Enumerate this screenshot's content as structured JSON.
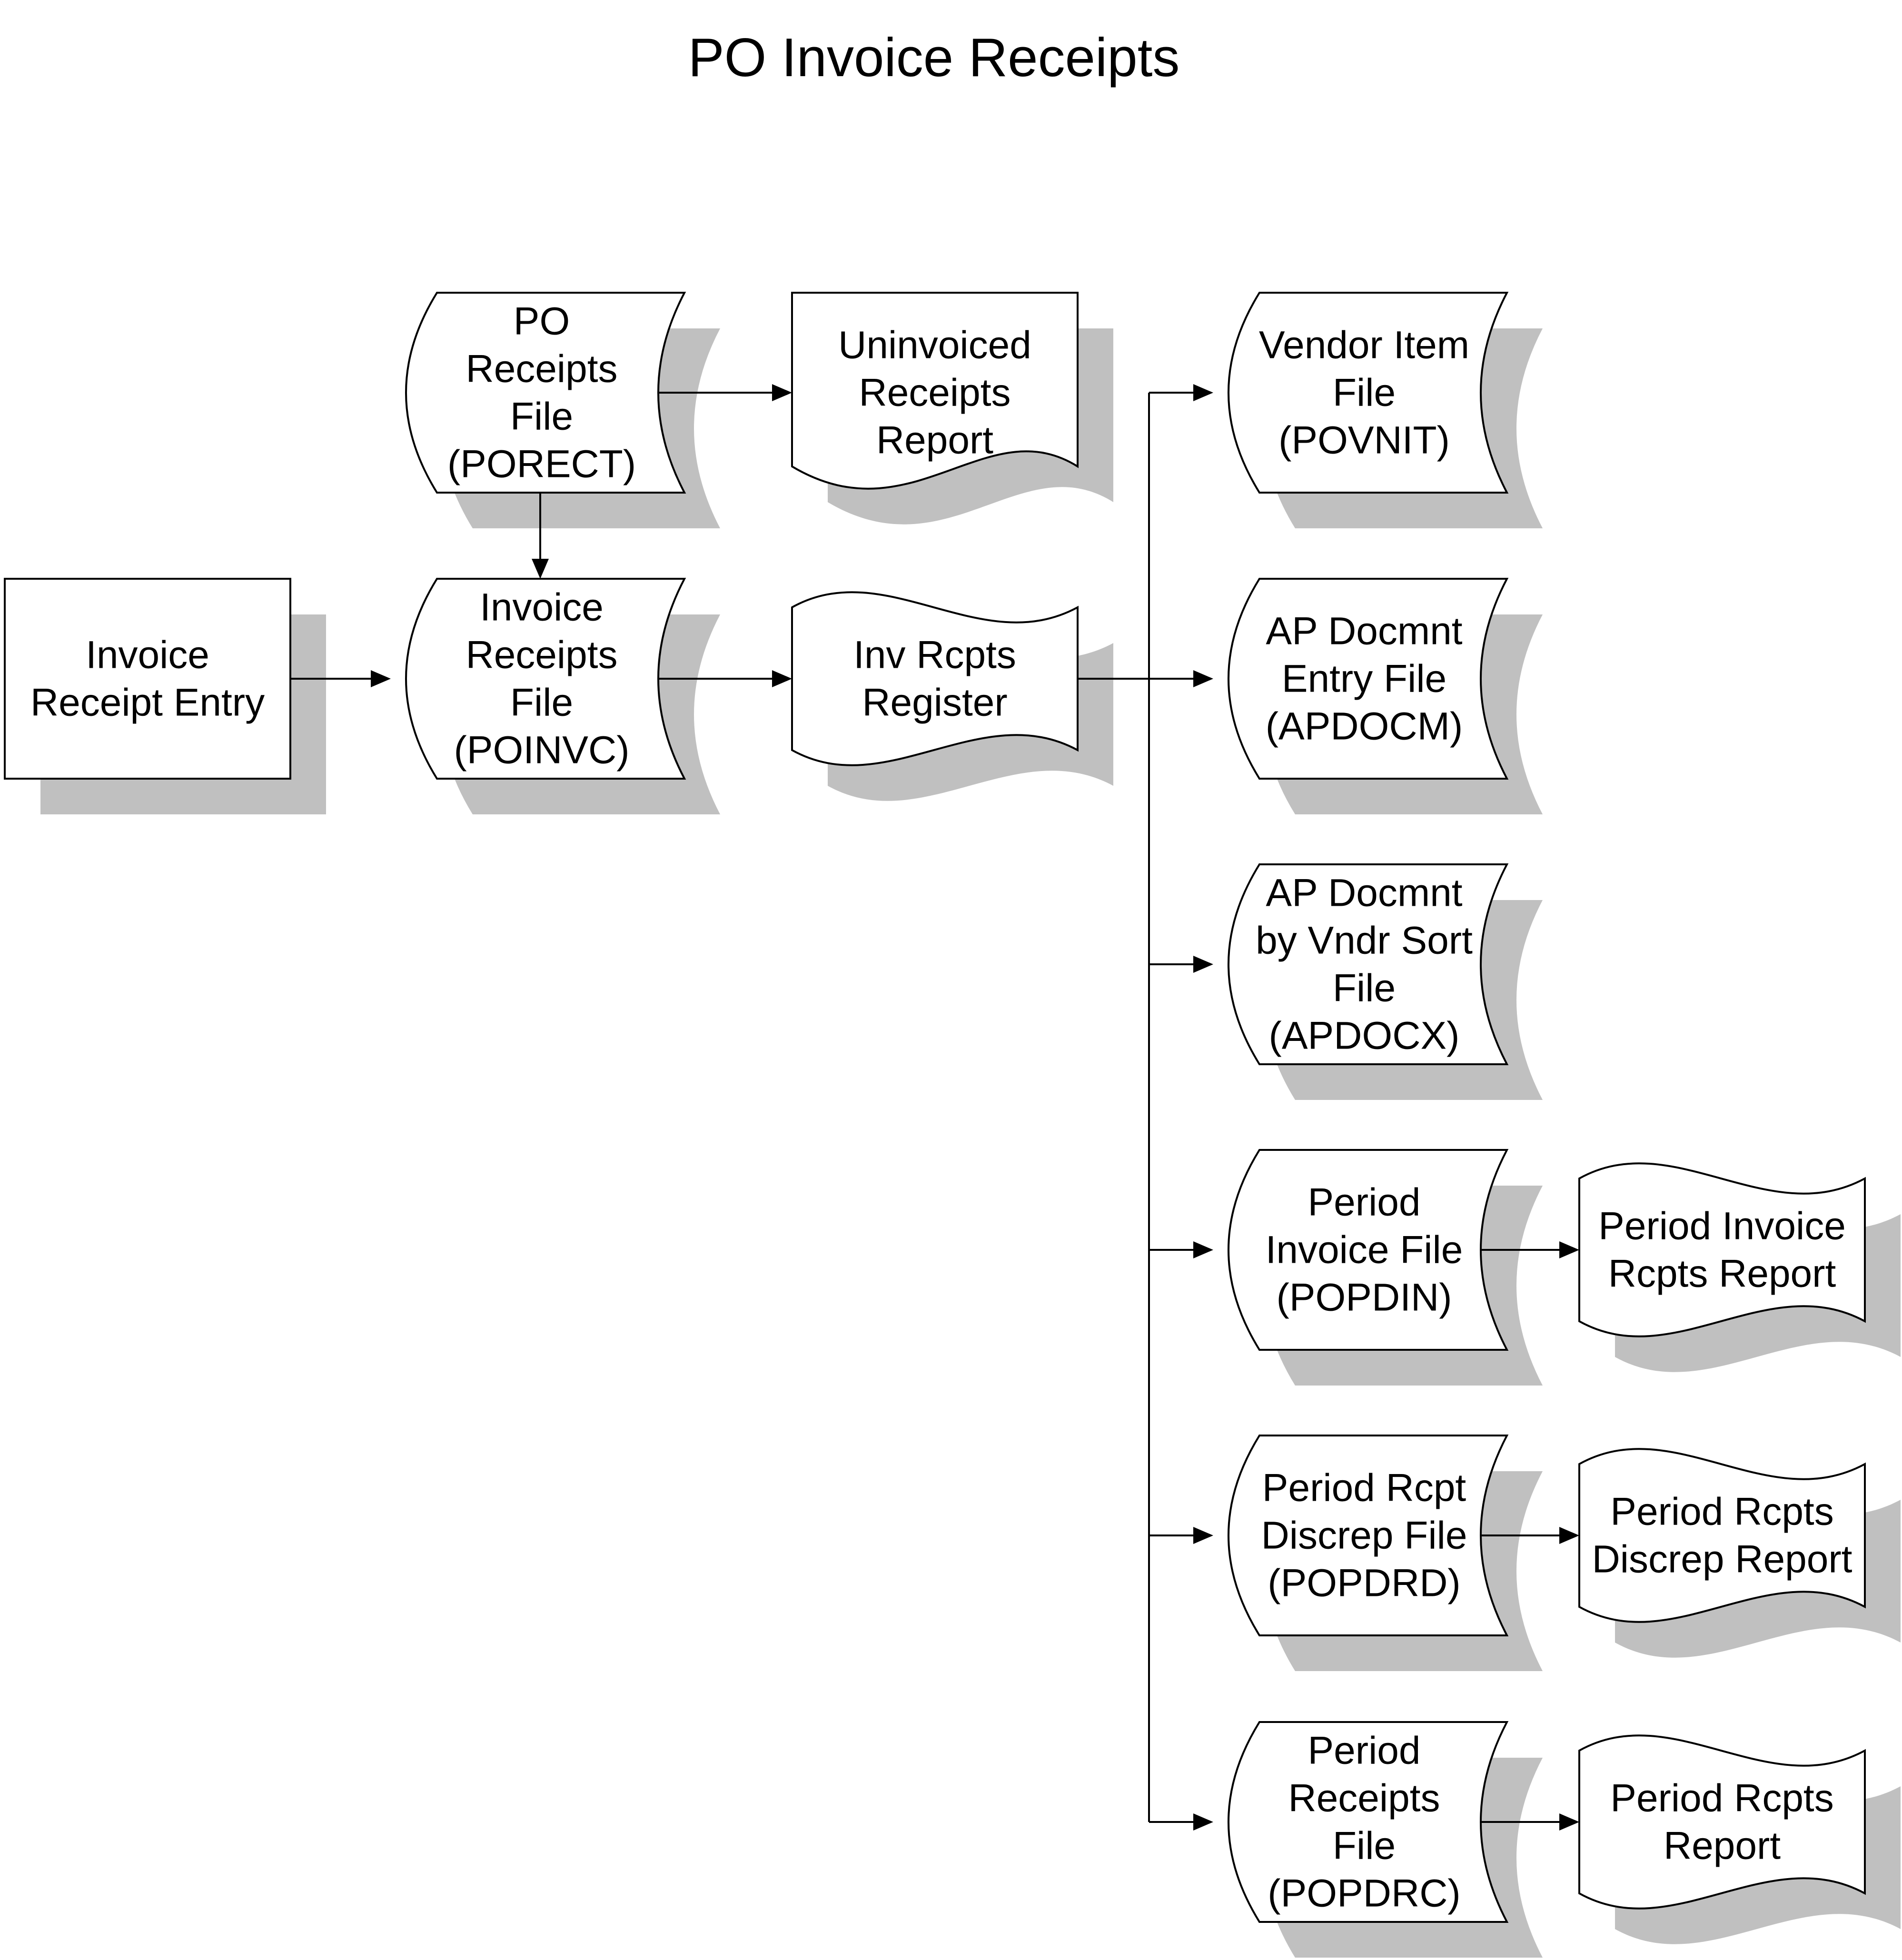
{
  "title": "PO Invoice Receipts",
  "colors": {
    "shadow": "#c0c0c0",
    "outline": "#000000",
    "fill": "#ffffff",
    "background": "#ffffff"
  },
  "nodes": [
    {
      "id": "invoice-receipt-entry",
      "kind": "process",
      "lines": [
        "Invoice",
        "Receipt Entry"
      ]
    },
    {
      "id": "po-receipts-file",
      "kind": "stored-data",
      "lines": [
        "PO",
        "Receipts",
        "File",
        "(PORECT)"
      ]
    },
    {
      "id": "invoice-receipts-file",
      "kind": "stored-data",
      "lines": [
        "Invoice",
        "Receipts",
        "File",
        "(POINVC)"
      ]
    },
    {
      "id": "uninvoiced-receipts-report",
      "kind": "document",
      "lines": [
        "Uninvoiced",
        "Receipts",
        "Report"
      ]
    },
    {
      "id": "inv-rcpts-register",
      "kind": "punched-tape",
      "lines": [
        "Inv Rcpts",
        "Register"
      ]
    },
    {
      "id": "vendor-item-file",
      "kind": "stored-data",
      "lines": [
        "Vendor Item",
        "File",
        "(POVNIT)"
      ]
    },
    {
      "id": "ap-docmnt-entry-file",
      "kind": "stored-data",
      "lines": [
        "AP Docmnt",
        "Entry File",
        "(APDOCM)"
      ]
    },
    {
      "id": "ap-docmnt-vndr-sort-file",
      "kind": "stored-data",
      "lines": [
        "AP Docmnt",
        "by Vndr Sort",
        "File",
        "(APDOCX)"
      ]
    },
    {
      "id": "period-invoice-file",
      "kind": "stored-data",
      "lines": [
        "Period",
        "Invoice File",
        "(POPDIN)"
      ]
    },
    {
      "id": "period-rcpt-discrep-file",
      "kind": "stored-data",
      "lines": [
        "Period Rcpt",
        "Discrep File",
        "(POPDRD)"
      ]
    },
    {
      "id": "period-receipts-file",
      "kind": "stored-data",
      "lines": [
        "Period",
        "Receipts",
        "File",
        "(POPDRC)"
      ]
    },
    {
      "id": "period-invoice-rcpts-report",
      "kind": "punched-tape",
      "lines": [
        "Period Invoice",
        "Rcpts Report"
      ]
    },
    {
      "id": "period-rcpts-discrep-report",
      "kind": "punched-tape",
      "lines": [
        "Period Rcpts",
        "Discrep Report"
      ]
    },
    {
      "id": "period-rcpts-report",
      "kind": "punched-tape",
      "lines": [
        "Period Rcpts",
        "Report"
      ]
    }
  ],
  "edges": [
    {
      "from": "invoice-receipt-entry",
      "to": "invoice-receipts-file"
    },
    {
      "from": "po-receipts-file",
      "to": "invoice-receipts-file"
    },
    {
      "from": "po-receipts-file",
      "to": "uninvoiced-receipts-report"
    },
    {
      "from": "invoice-receipts-file",
      "to": "inv-rcpts-register"
    },
    {
      "from": "inv-rcpts-register",
      "to": "vendor-item-file"
    },
    {
      "from": "inv-rcpts-register",
      "to": "ap-docmnt-entry-file"
    },
    {
      "from": "inv-rcpts-register",
      "to": "ap-docmnt-vndr-sort-file"
    },
    {
      "from": "inv-rcpts-register",
      "to": "period-invoice-file"
    },
    {
      "from": "inv-rcpts-register",
      "to": "period-rcpt-discrep-file"
    },
    {
      "from": "inv-rcpts-register",
      "to": "period-receipts-file"
    },
    {
      "from": "period-invoice-file",
      "to": "period-invoice-rcpts-report"
    },
    {
      "from": "period-rcpt-discrep-file",
      "to": "period-rcpts-discrep-report"
    },
    {
      "from": "period-receipts-file",
      "to": "period-rcpts-report"
    }
  ]
}
